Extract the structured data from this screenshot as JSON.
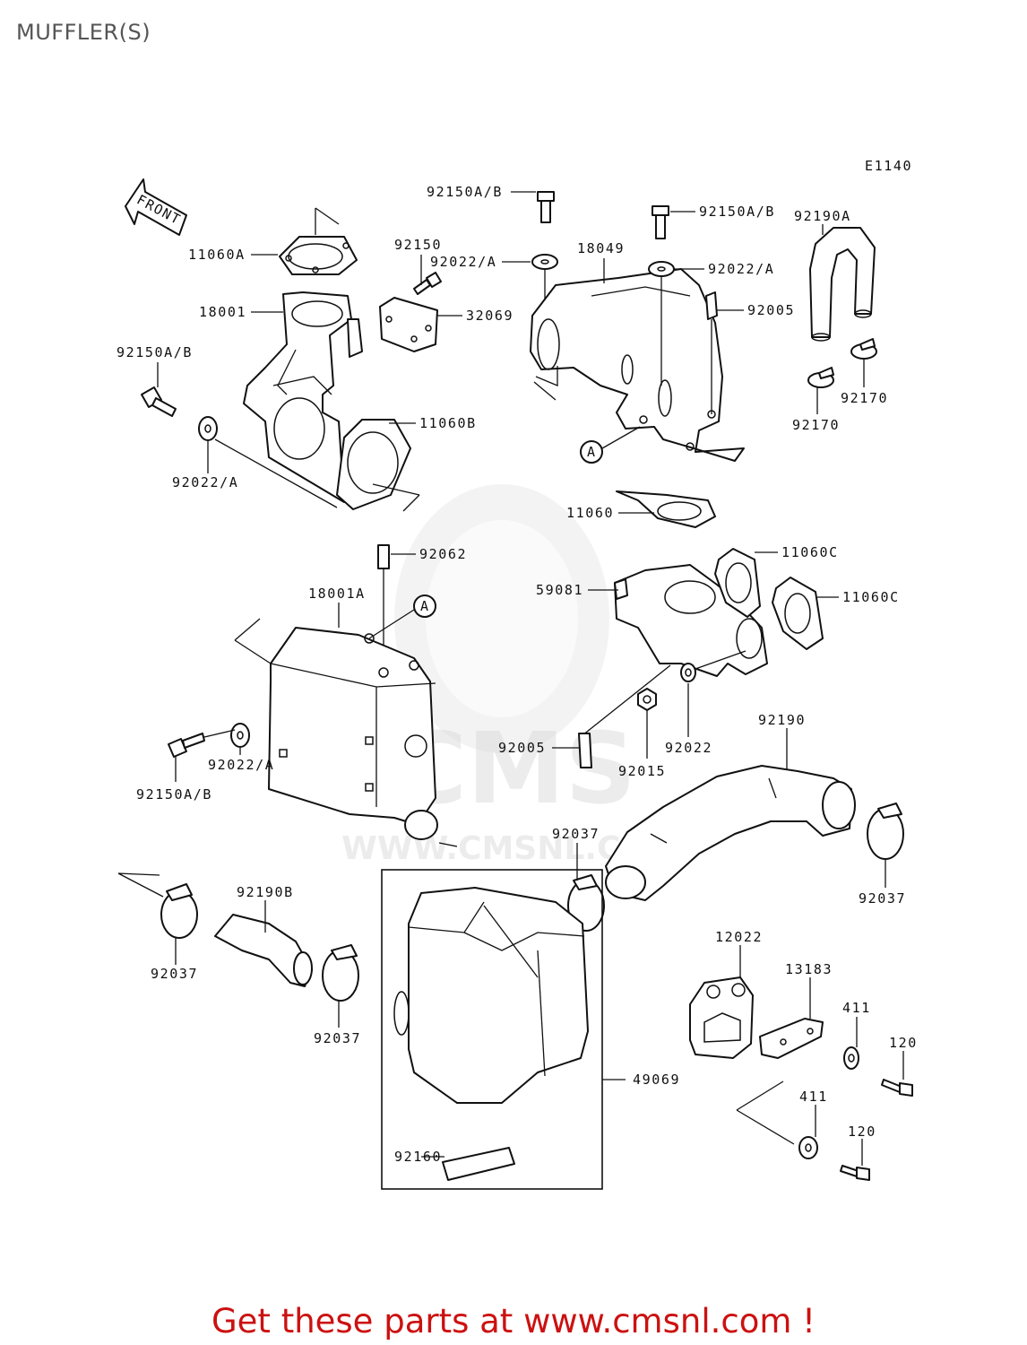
{
  "page": {
    "title": "MUFFLER(S)",
    "footer": "Get these parts at www.cmsnl.com !",
    "diagram_code": "E1140",
    "front_label": "FRONT",
    "callout_letter": "A",
    "watermark_brand": "CMS",
    "watermark_url": "WWW.CMSNL.COM"
  },
  "parts": [
    {
      "id": "p1",
      "label": "92150A/B"
    },
    {
      "id": "p2",
      "label": "92150A/B"
    },
    {
      "id": "p3",
      "label": "92190A"
    },
    {
      "id": "p4",
      "label": "11060A"
    },
    {
      "id": "p5",
      "label": "92150"
    },
    {
      "id": "p6",
      "label": "92022/A"
    },
    {
      "id": "p7",
      "label": "18049"
    },
    {
      "id": "p8",
      "label": "92022/A"
    },
    {
      "id": "p9",
      "label": "18001"
    },
    {
      "id": "p10",
      "label": "32069"
    },
    {
      "id": "p11",
      "label": "92005"
    },
    {
      "id": "p12",
      "label": "92150A/B"
    },
    {
      "id": "p13",
      "label": "92170"
    },
    {
      "id": "p14",
      "label": "92170"
    },
    {
      "id": "p15",
      "label": "11060B"
    },
    {
      "id": "p16",
      "label": "92022/A"
    },
    {
      "id": "p17",
      "label": "11060"
    },
    {
      "id": "p18",
      "label": "92062"
    },
    {
      "id": "p19",
      "label": "11060C"
    },
    {
      "id": "p20",
      "label": "59081"
    },
    {
      "id": "p21",
      "label": "11060C"
    },
    {
      "id": "p22",
      "label": "18001A"
    },
    {
      "id": "p23",
      "label": "92190"
    },
    {
      "id": "p24",
      "label": "92022/A"
    },
    {
      "id": "p25",
      "label": "92005"
    },
    {
      "id": "p26",
      "label": "92022"
    },
    {
      "id": "p27",
      "label": "92015"
    },
    {
      "id": "p28",
      "label": "92150A/B"
    },
    {
      "id": "p29",
      "label": "92037"
    },
    {
      "id": "p30",
      "label": "92190B"
    },
    {
      "id": "p31",
      "label": "92037"
    },
    {
      "id": "p32",
      "label": "92037"
    },
    {
      "id": "p33",
      "label": "12022"
    },
    {
      "id": "p34",
      "label": "92037"
    },
    {
      "id": "p35",
      "label": "13183"
    },
    {
      "id": "p36",
      "label": "411"
    },
    {
      "id": "p37",
      "label": "120"
    },
    {
      "id": "p38",
      "label": "49069"
    },
    {
      "id": "p39",
      "label": "411"
    },
    {
      "id": "p40",
      "label": "120"
    },
    {
      "id": "p41",
      "label": "92160"
    }
  ]
}
